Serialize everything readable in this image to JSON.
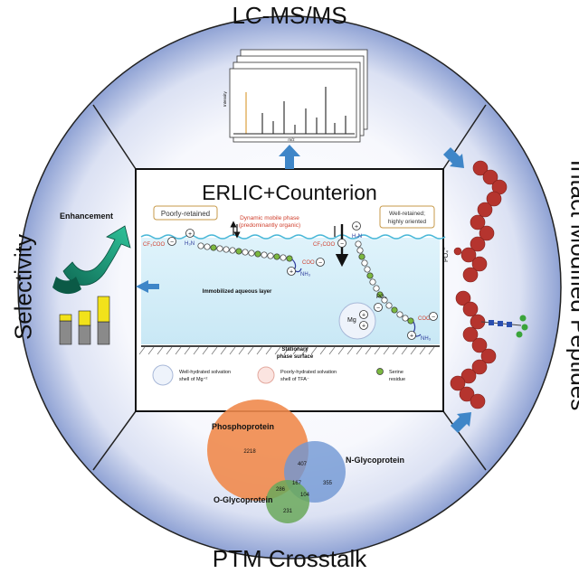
{
  "outer_labels": {
    "top": "LC-MS/MS",
    "bottom": "PTM Crosstalk",
    "left": "Selectivity",
    "right": "Intact Modified Peptides"
  },
  "center_panel": {
    "title": "ERLIC+Counterion",
    "poorly_retained": "Poorly-retained",
    "mobile_phase": "Dynamic mobile phase",
    "mobile_phase_sub": "(predominantly organic)",
    "well_retained": "Well-retained;",
    "well_retained_sub": "highly oriented",
    "cf3coo": "CF₃COO",
    "h3n": "H₃N",
    "coo": "COO",
    "nh3": "NH₃",
    "po4": "PO₄",
    "mg": "Mg",
    "aqueous_layer": "Immobilized aqueous layer",
    "stationary": "Stationary",
    "stationary_sub": "phase surface",
    "legend": [
      {
        "text": "Well-hydrated solvation",
        "sub": "shell of Mg⁺²"
      },
      {
        "text": "Poorly-hydrated solvation",
        "sub": "shell of TFA⁻"
      },
      {
        "text": "Serine",
        "sub": "residue"
      }
    ]
  },
  "spectrum": {
    "ylabel": "Intensity",
    "xlabel": "m/z"
  },
  "enhancement": {
    "label": "Enhancement"
  },
  "venn": {
    "sets": [
      "Phosphoprotein",
      "N-Glycoprotein",
      "O-Glycoprotein"
    ],
    "counts": {
      "phospho_only": "2218",
      "phospho_n": "407",
      "n_only": "355",
      "phospho_o": "286",
      "all": "167",
      "n_o": "104",
      "o_only": "231"
    }
  },
  "peptide_label": "PO₄⁻",
  "colors": {
    "ring_light": "#ffffff",
    "ring_dark": "#9fb0da",
    "arrow_blue": "#3f86c8",
    "peptide_red": "#b5342e",
    "venn_orange": "#ef8a4c",
    "venn_blue": "#6f96d3",
    "venn_green": "#6aa85a",
    "enh_green": "#169c78",
    "bar_yellow": "#f2e21b",
    "bar_gray": "#8a8a8a"
  }
}
